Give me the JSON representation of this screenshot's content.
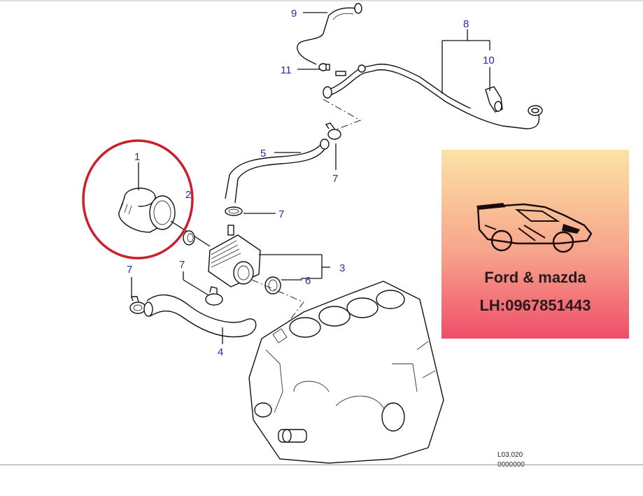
{
  "diagram": {
    "callouts": [
      {
        "id": "c9",
        "label": "9"
      },
      {
        "id": "c8",
        "label": "8"
      },
      {
        "id": "c10",
        "label": "10"
      },
      {
        "id": "c11",
        "label": "11"
      },
      {
        "id": "c5",
        "label": "5"
      },
      {
        "id": "c7a",
        "label": "7"
      },
      {
        "id": "c1",
        "label": "1"
      },
      {
        "id": "c2",
        "label": "2"
      },
      {
        "id": "c7b",
        "label": "7"
      },
      {
        "id": "c3",
        "label": "3"
      },
      {
        "id": "c7c",
        "label": "7"
      },
      {
        "id": "c7d",
        "label": "7"
      },
      {
        "id": "c6",
        "label": "6"
      },
      {
        "id": "c4",
        "label": "4"
      }
    ],
    "reference_code": "L03.020",
    "reference_sub": "0000000",
    "highlight_color": "#cc1f2c",
    "callout_color": "#2a2aa8"
  },
  "ad": {
    "brand": "Ford & mazda",
    "phone": "LH:0967851443"
  }
}
